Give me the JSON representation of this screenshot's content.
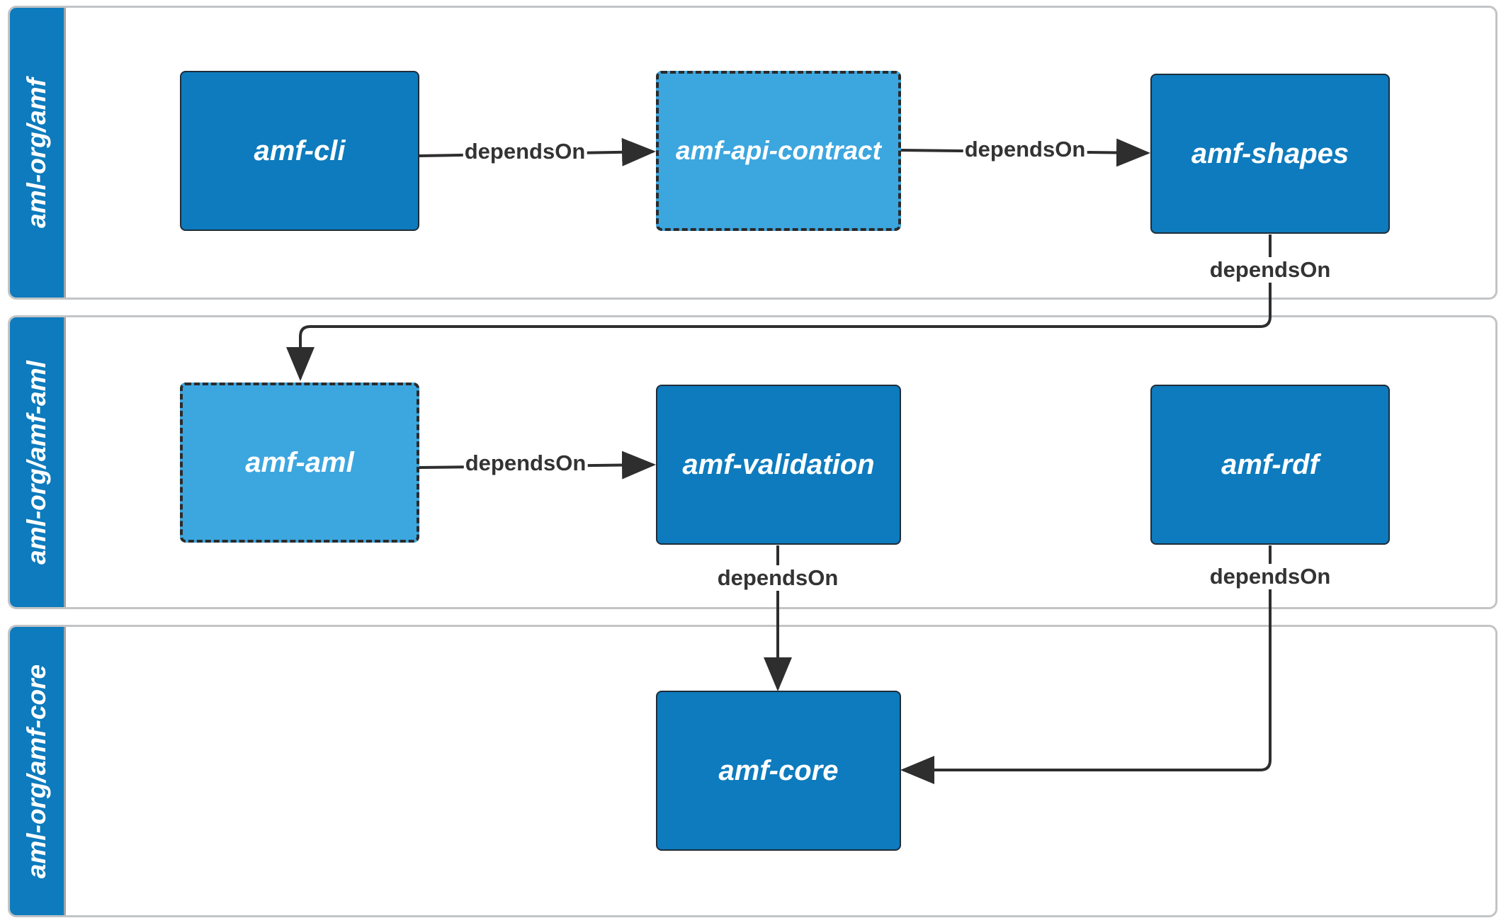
{
  "lanes": [
    {
      "title": "aml-org/amf"
    },
    {
      "title": "aml-org/amf-aml"
    },
    {
      "title": "aml-org/amf-core"
    }
  ],
  "nodes": {
    "amf_cli": {
      "label": "amf-cli",
      "style": "solid"
    },
    "amf_api_contract": {
      "label": "amf-api-contract",
      "style": "dashed"
    },
    "amf_shapes": {
      "label": "amf-shapes",
      "style": "solid"
    },
    "amf_aml": {
      "label": "amf-aml",
      "style": "dashed"
    },
    "amf_validation": {
      "label": "amf-validation",
      "style": "solid"
    },
    "amf_rdf": {
      "label": "amf-rdf",
      "style": "solid"
    },
    "amf_core": {
      "label": "amf-core",
      "style": "solid"
    }
  },
  "edges": [
    {
      "from": "amf-cli",
      "to": "amf-api-contract",
      "label": "dependsOn"
    },
    {
      "from": "amf-api-contract",
      "to": "amf-shapes",
      "label": "dependsOn"
    },
    {
      "from": "amf-shapes",
      "to": "amf-aml",
      "label": "dependsOn"
    },
    {
      "from": "amf-aml",
      "to": "amf-validation",
      "label": "dependsOn"
    },
    {
      "from": "amf-validation",
      "to": "amf-core",
      "label": "dependsOn"
    },
    {
      "from": "amf-rdf",
      "to": "amf-core",
      "label": "dependsOn"
    }
  ],
  "colors": {
    "lane_header": "#0d7bbd",
    "node_solid": "#0d7bbd",
    "node_dashed": "#3ca6df",
    "edge": "#2e2e2e",
    "lane_border": "#c2c4c6"
  }
}
